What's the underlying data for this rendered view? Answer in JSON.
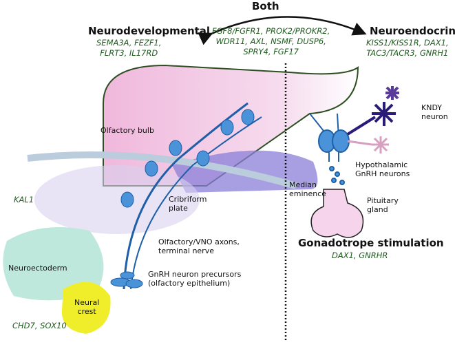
{
  "both": "Both",
  "neurodevelopmental": {
    "title": "Neurodevelopmental",
    "genes": [
      "SEMA3A, FEZF1,",
      "FLRT3, IL17RD"
    ]
  },
  "shared": {
    "genes": [
      "FGF8/FGFR1, PROK2/PROKR2,",
      "WDR11, AXL, NSMF, DUSP6,",
      "SPRY4, FGF17"
    ]
  },
  "neuroendocrine": {
    "title": "Neuroendocrine",
    "genes": [
      "KISS1/KISS1R, DAX1,",
      "TAC3/TACR3, GNRH1"
    ]
  },
  "labels": {
    "olfactory_bulb": "Olfactory bulb",
    "kal1": "KAL1",
    "cribriform": [
      "Cribriform",
      "plate"
    ],
    "axons": [
      "Olfactory/VNO axons,",
      "terminal nerve"
    ],
    "precursors": [
      "GnRH neuron precursors",
      "(olfactory epithelium)"
    ],
    "neuroectoderm": "Neuroectoderm",
    "neural_crest": [
      "Neural",
      "crest"
    ],
    "crest_genes": "CHD7, SOX10",
    "kndy": [
      "KNDY",
      "neuron"
    ],
    "hypothalamic": [
      "Hypothalamic",
      "GnRH neurons"
    ],
    "median": [
      "Median",
      "eminence"
    ],
    "pituitary": [
      "Pituitary",
      "gland"
    ]
  },
  "gonadotrope": {
    "title": "Gonadotrope stimulation",
    "genes": "DAX1, GNRHR"
  },
  "colors": {
    "gene_text": "#1f5b1f",
    "brain": "#f3c9e6",
    "neuron": "#3d8fd6",
    "kndy": "#2a1a7a",
    "neuroectoderm": "#bfe8dc",
    "neural_crest": "#f0ee2a"
  }
}
